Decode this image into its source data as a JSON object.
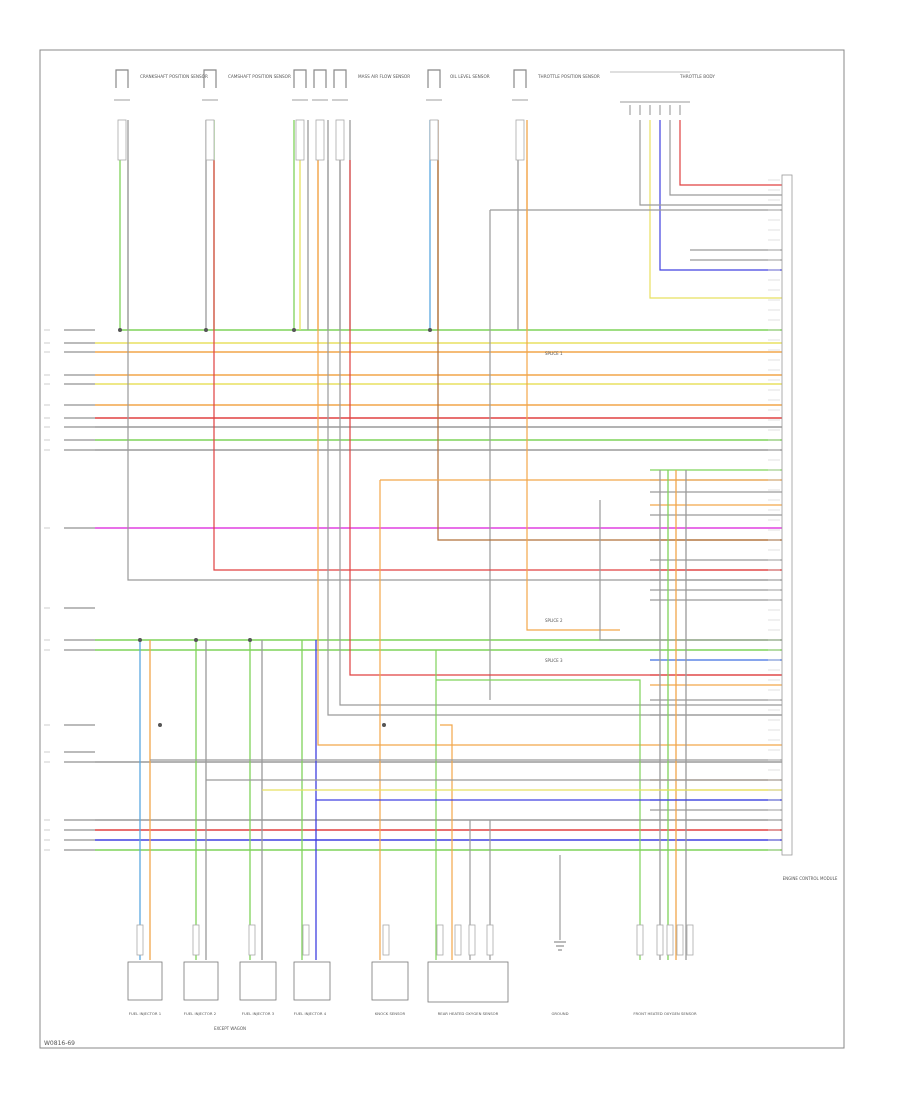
{
  "diagram": {
    "footer_code": "W0816-69",
    "wire_colors": {
      "green": "#7fd35a",
      "orange": "#f2a64a",
      "red": "#e04040",
      "magenta": "#e040e0",
      "blue": "#3f6ee0",
      "violet": "#4040e0",
      "yellow": "#e8e060",
      "gray": "#9a9a9a",
      "light_blue": "#5aa8e0",
      "brown": "#b0703a",
      "pink": "#f0a0b0"
    },
    "top_components": [
      "CRANKSHAFT POSITION SENSOR",
      "CAMSHAFT POSITION SENSOR",
      "MASS AIR FLOW SENSOR",
      "OIL LEVEL SENSOR",
      "THROTTLE POSITION SENSOR",
      "THROTTLE BODY"
    ],
    "bottom_components": [
      {
        "label": "FUEL INJECTOR 1"
      },
      {
        "label": "FUEL INJECTOR 2"
      },
      {
        "label": "FUEL INJECTOR 3"
      },
      {
        "label": "FUEL INJECTOR 4"
      },
      {
        "label": "KNOCK SENSOR"
      },
      {
        "label": "REAR HEATED OXYGEN SENSOR"
      },
      {
        "label": "GROUND"
      },
      {
        "label": "FRONT HEATED OXYGEN SENSOR"
      }
    ],
    "group_note": "EXCEPT WAGON",
    "ecm_label": "ENGINE CONTROL MODULE",
    "splice_labels": [
      "SPLICE 1",
      "SPLICE 2",
      "SPLICE 3"
    ]
  }
}
